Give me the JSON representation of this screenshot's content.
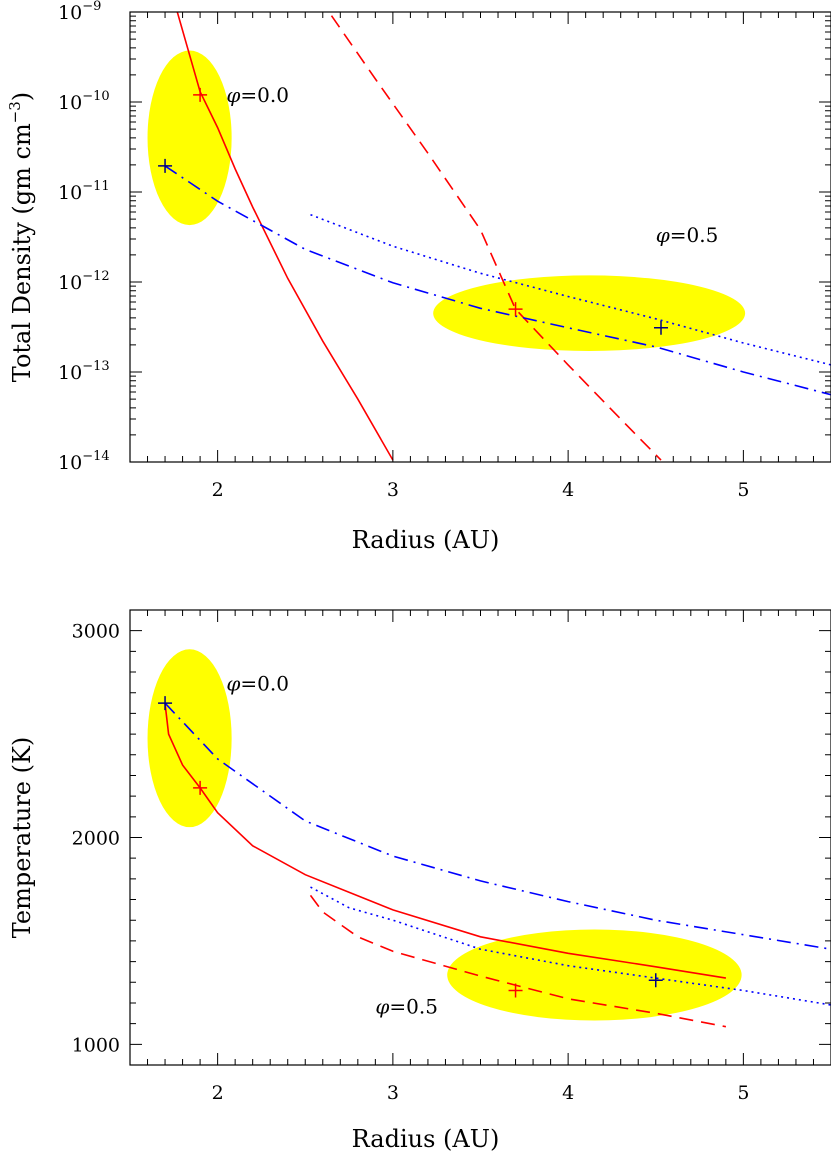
{
  "chart_data": [
    {
      "type": "line",
      "xlabel": "Radius (AU)",
      "ylabel": "Total Density (gm cm",
      "ylabel_sup": "−3",
      "ylabel_close": ")",
      "xscale": "linear",
      "yscale": "log",
      "xlim": [
        1.5,
        5.5
      ],
      "ylim": [
        1e-14,
        1e-09
      ],
      "grid": false,
      "x_ticks": [
        {
          "v": 2,
          "label": "2"
        },
        {
          "v": 3,
          "label": "3"
        },
        {
          "v": 4,
          "label": "4"
        },
        {
          "v": 5,
          "label": "5"
        }
      ],
      "y_ticks": [
        {
          "v": 1e-09,
          "base": "10",
          "exp": "−9"
        },
        {
          "v": 1e-10,
          "base": "10",
          "exp": "−10"
        },
        {
          "v": 1e-11,
          "base": "10",
          "exp": "−11"
        },
        {
          "v": 1e-12,
          "base": "10",
          "exp": "−12"
        },
        {
          "v": 1e-13,
          "base": "10",
          "exp": "−13"
        },
        {
          "v": 1e-14,
          "base": "10",
          "exp": "−14"
        }
      ],
      "series": [
        {
          "color": "#ff0000",
          "style": "solid",
          "x": [
            1.77,
            1.9,
            2.0,
            2.1,
            2.2,
            2.4,
            2.6,
            2.8,
            3.0
          ],
          "y": [
            1e-09,
            1.3e-10,
            5.2e-11,
            1.8e-11,
            6.8e-12,
            1.1e-12,
            2.2e-13,
            5e-14,
            1.05e-14
          ]
        },
        {
          "color": "#ff0000",
          "style": "dashed",
          "x": [
            2.65,
            2.9,
            3.2,
            3.5,
            3.7,
            4.0,
            4.3,
            4.53
          ],
          "y": [
            9.1e-10,
            1.8e-10,
            2.7e-11,
            3.8e-12,
            5e-13,
            1.2e-13,
            3e-14,
            1.05e-14
          ]
        },
        {
          "color": "#0000ff",
          "style": "dashdot",
          "x": [
            1.7,
            2.0,
            2.5,
            3.0,
            3.5,
            4.0,
            4.5,
            5.0,
            5.5
          ],
          "y": [
            1.95e-11,
            7.9e-12,
            2.3e-12,
            9.8e-13,
            5.1e-13,
            3.1e-13,
            1.9e-13,
            1e-13,
            5.6e-14
          ]
        },
        {
          "color": "#0000ff",
          "style": "dotted",
          "x": [
            2.53,
            3.0,
            3.5,
            4.0,
            4.5,
            5.0,
            5.5
          ],
          "y": [
            5.6e-12,
            2.5e-12,
            1.25e-12,
            6.9e-13,
            3.9e-13,
            2.1e-13,
            1.2e-13
          ]
        }
      ],
      "markers": [
        {
          "x": 1.9,
          "y": 1.2e-10,
          "color": "#ff0000"
        },
        {
          "x": 1.7,
          "y": 1.95e-11,
          "color": "#000080"
        },
        {
          "x": 3.7,
          "y": 5e-13,
          "color": "#ff0000"
        },
        {
          "x": 4.53,
          "y": 3.1e-13,
          "color": "#000080"
        }
      ],
      "highlights": [
        {
          "cx": 1.84,
          "cy": 4e-11,
          "rx": 0.24,
          "ry_dex": 0.97,
          "color": "#ffff00"
        },
        {
          "cx": 4.12,
          "cy": 4.5e-13,
          "rx": 0.89,
          "ry_dex": 0.42,
          "color": "#ffff00"
        }
      ],
      "annotations": [
        {
          "x": 2.05,
          "y": 1e-10,
          "symbol": "φ",
          "text": "=0.0"
        },
        {
          "x": 4.5,
          "y": 2.8e-12,
          "symbol": "φ",
          "text": "=0.5"
        }
      ]
    },
    {
      "type": "line",
      "xlabel": "Radius (AU)",
      "ylabel": "Temperature (K)",
      "xscale": "linear",
      "yscale": "linear",
      "xlim": [
        1.5,
        5.5
      ],
      "ylim": [
        900,
        3100
      ],
      "grid": false,
      "x_ticks": [
        {
          "v": 2,
          "label": "2"
        },
        {
          "v": 3,
          "label": "3"
        },
        {
          "v": 4,
          "label": "4"
        },
        {
          "v": 5,
          "label": "5"
        }
      ],
      "y_ticks": [
        {
          "v": 1000,
          "label": "1000"
        },
        {
          "v": 2000,
          "label": "2000"
        },
        {
          "v": 3000,
          "label": "3000"
        }
      ],
      "series": [
        {
          "color": "#ff0000",
          "style": "solid",
          "x": [
            1.7,
            1.72,
            1.8,
            1.9,
            2.0,
            2.2,
            2.5,
            3.0,
            3.5,
            4.0,
            4.5,
            4.9
          ],
          "y": [
            2650,
            2500,
            2350,
            2240,
            2120,
            1960,
            1820,
            1650,
            1520,
            1440,
            1375,
            1320
          ]
        },
        {
          "color": "#ff0000",
          "style": "dashed",
          "x": [
            2.53,
            2.6,
            2.8,
            3.0,
            3.5,
            4.0,
            4.5,
            4.9
          ],
          "y": [
            1720,
            1640,
            1520,
            1450,
            1330,
            1220,
            1150,
            1085
          ]
        },
        {
          "color": "#0000ff",
          "style": "dashdot",
          "x": [
            1.7,
            2.0,
            2.5,
            3.0,
            3.5,
            4.0,
            4.5,
            5.0,
            5.5
          ],
          "y": [
            2650,
            2380,
            2080,
            1910,
            1790,
            1690,
            1600,
            1530,
            1460
          ]
        },
        {
          "color": "#0000ff",
          "style": "dotted",
          "x": [
            2.53,
            2.75,
            3.0,
            3.5,
            4.0,
            4.5,
            5.0,
            5.5
          ],
          "y": [
            1760,
            1660,
            1600,
            1460,
            1380,
            1320,
            1260,
            1190
          ]
        }
      ],
      "markers": [
        {
          "x": 1.7,
          "y": 2650,
          "color": "#000080"
        },
        {
          "x": 1.9,
          "y": 2240,
          "color": "#ff0000"
        },
        {
          "x": 3.7,
          "y": 1260,
          "color": "#ff0000"
        },
        {
          "x": 4.5,
          "y": 1310,
          "color": "#000080"
        }
      ],
      "highlights": [
        {
          "cx": 1.84,
          "cy": 2480,
          "rx": 0.24,
          "ry": 430,
          "color": "#ffff00"
        },
        {
          "cx": 4.15,
          "cy": 1335,
          "rx": 0.84,
          "ry": 220,
          "color": "#ffff00"
        }
      ],
      "annotations": [
        {
          "x": 2.05,
          "y": 2710,
          "symbol": "φ",
          "text": "=0.0"
        },
        {
          "x": 2.9,
          "y": 1150,
          "symbol": "φ",
          "text": "=0.5"
        }
      ]
    }
  ]
}
